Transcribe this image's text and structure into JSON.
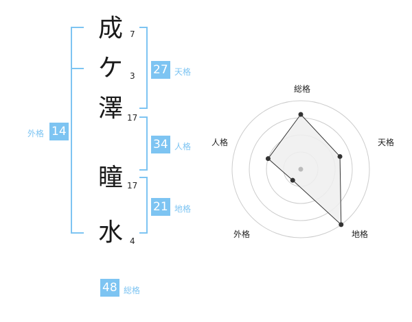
{
  "name": {
    "chars": [
      {
        "char": "成",
        "strokes": "7"
      },
      {
        "char": "ケ",
        "strokes": "3"
      },
      {
        "char": "澤",
        "strokes": "17"
      },
      {
        "char": "瞳",
        "strokes": "17"
      },
      {
        "char": "水",
        "strokes": "4"
      }
    ]
  },
  "fortunes": {
    "tenkaku": {
      "value": "27",
      "label": "天格"
    },
    "jinkaku": {
      "value": "34",
      "label": "人格"
    },
    "chikaku": {
      "value": "21",
      "label": "地格"
    },
    "gaikaku": {
      "value": "14",
      "label": "外格"
    },
    "soukaku": {
      "value": "48",
      "label": "総格"
    }
  },
  "chart_data": {
    "type": "radar",
    "axes": [
      "総格",
      "天格",
      "地格",
      "外格",
      "人格"
    ],
    "values": [
      0.8,
      0.6,
      1.0,
      0.2,
      0.5
    ],
    "range": [
      0,
      1
    ],
    "rings": 4,
    "colors": {
      "fill": "#eeeeee",
      "line": "#333333",
      "grid": "#cccccc"
    }
  }
}
